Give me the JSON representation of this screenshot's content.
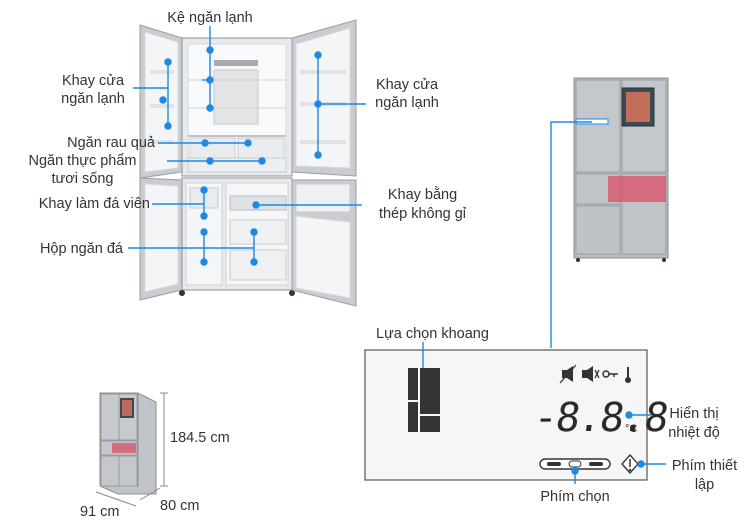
{
  "labels": {
    "ke_ngan_lanh": "Kệ ngăn lạnh",
    "khay_cua_left_1": "Khay cửa",
    "khay_cua_left_2": "ngăn lạnh",
    "khay_cua_right_1": "Khay cửa",
    "khay_cua_right_2": "ngăn lạnh",
    "ngan_rau_qua": "Ngăn rau quả",
    "ngan_thuc_pham_1": "Ngăn thực phẩm",
    "ngan_thuc_pham_2": "tươi sống",
    "khay_lam_da": "Khay làm đá viên",
    "khay_bang_thep_1": "Khay bằng",
    "khay_bang_thep_2": "thép không gỉ",
    "hop_ngan_da": "Hộp ngăn đá",
    "lua_chon_khoang": "Lựa chọn khoang",
    "hien_thi_1": "Hiển thị",
    "hien_thi_2": "nhiệt độ",
    "phim_thiet_1": "Phím thiết",
    "phim_thiet_2": "lập",
    "phim_chon": "Phím chọn"
  },
  "display": {
    "temperature": "-8.8.8",
    "unit": "°C"
  },
  "dimensions": {
    "height": "184.5 cm",
    "depth": "80 cm",
    "width": "91 cm"
  },
  "colors": {
    "accent": "#1e88e5",
    "fridge_steel": "#b9bec3",
    "panel_border": "#555555"
  }
}
